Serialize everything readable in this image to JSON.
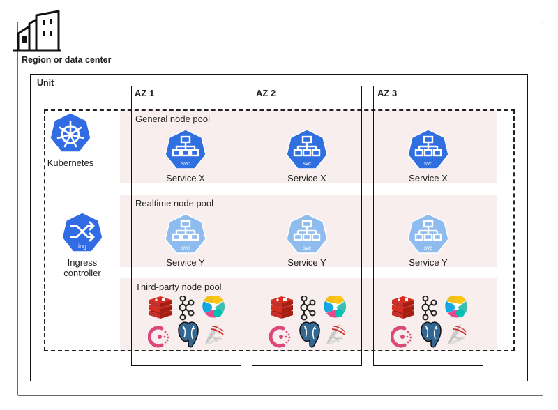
{
  "region": {
    "label": "Region or data center",
    "icon": "building-icon"
  },
  "unit": {
    "label": "Unit"
  },
  "availability_zones": [
    {
      "label": "AZ 1"
    },
    {
      "label": "AZ 2"
    },
    {
      "label": "AZ 3"
    }
  ],
  "control_plane": {
    "kubernetes": {
      "label": "Kubernetes",
      "icon": "kubernetes-helm-icon"
    },
    "ingress": {
      "label_line1": "Ingress",
      "label_line2": "controller",
      "icon": "ingress-icon",
      "icon_text": "ing"
    }
  },
  "node_pools": {
    "general": {
      "label": "General node pool",
      "service_label": "Service X",
      "icon_text": "svc",
      "icon_color": "#2f6fe0"
    },
    "realtime": {
      "label": "Realtime node pool",
      "service_label": "Service Y",
      "icon_text": "svc",
      "icon_color": "#8fbcee"
    },
    "third_party": {
      "label": "Third-party node pool",
      "icons": [
        "redis-icon",
        "kafka-icon",
        "elasticsearch-icon",
        "consul-icon",
        "postgresql-icon",
        "sqlserver-icon"
      ]
    }
  },
  "colors": {
    "k8s_blue": "#326ce5",
    "light_svc": "#8fbcee",
    "band": "#f8eeee"
  }
}
